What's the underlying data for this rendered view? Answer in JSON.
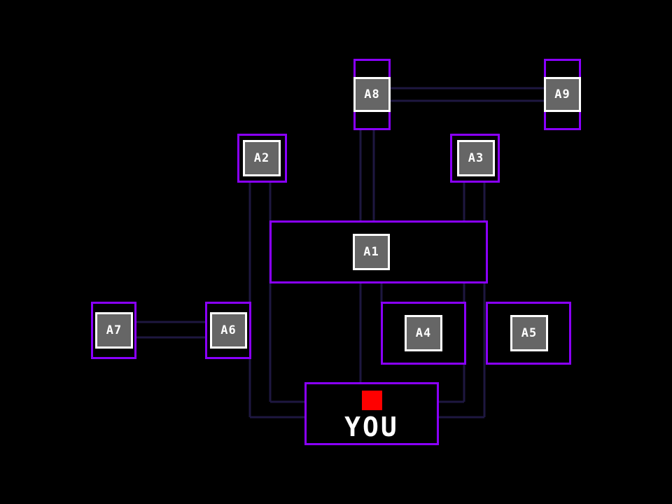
{
  "colors": {
    "background": "#000000",
    "room_border": "#8a00ff",
    "corridor": "#1e1740",
    "camera_fill": "#666666",
    "camera_border": "#ffffff",
    "player_marker": "#ff0000"
  },
  "cameras": {
    "a1": "A1",
    "a2": "A2",
    "a3": "A3",
    "a4": "A4",
    "a5": "A5",
    "a6": "A6",
    "a7": "A7",
    "a8": "A8",
    "a9": "A9"
  },
  "player": {
    "label": "YOU"
  }
}
